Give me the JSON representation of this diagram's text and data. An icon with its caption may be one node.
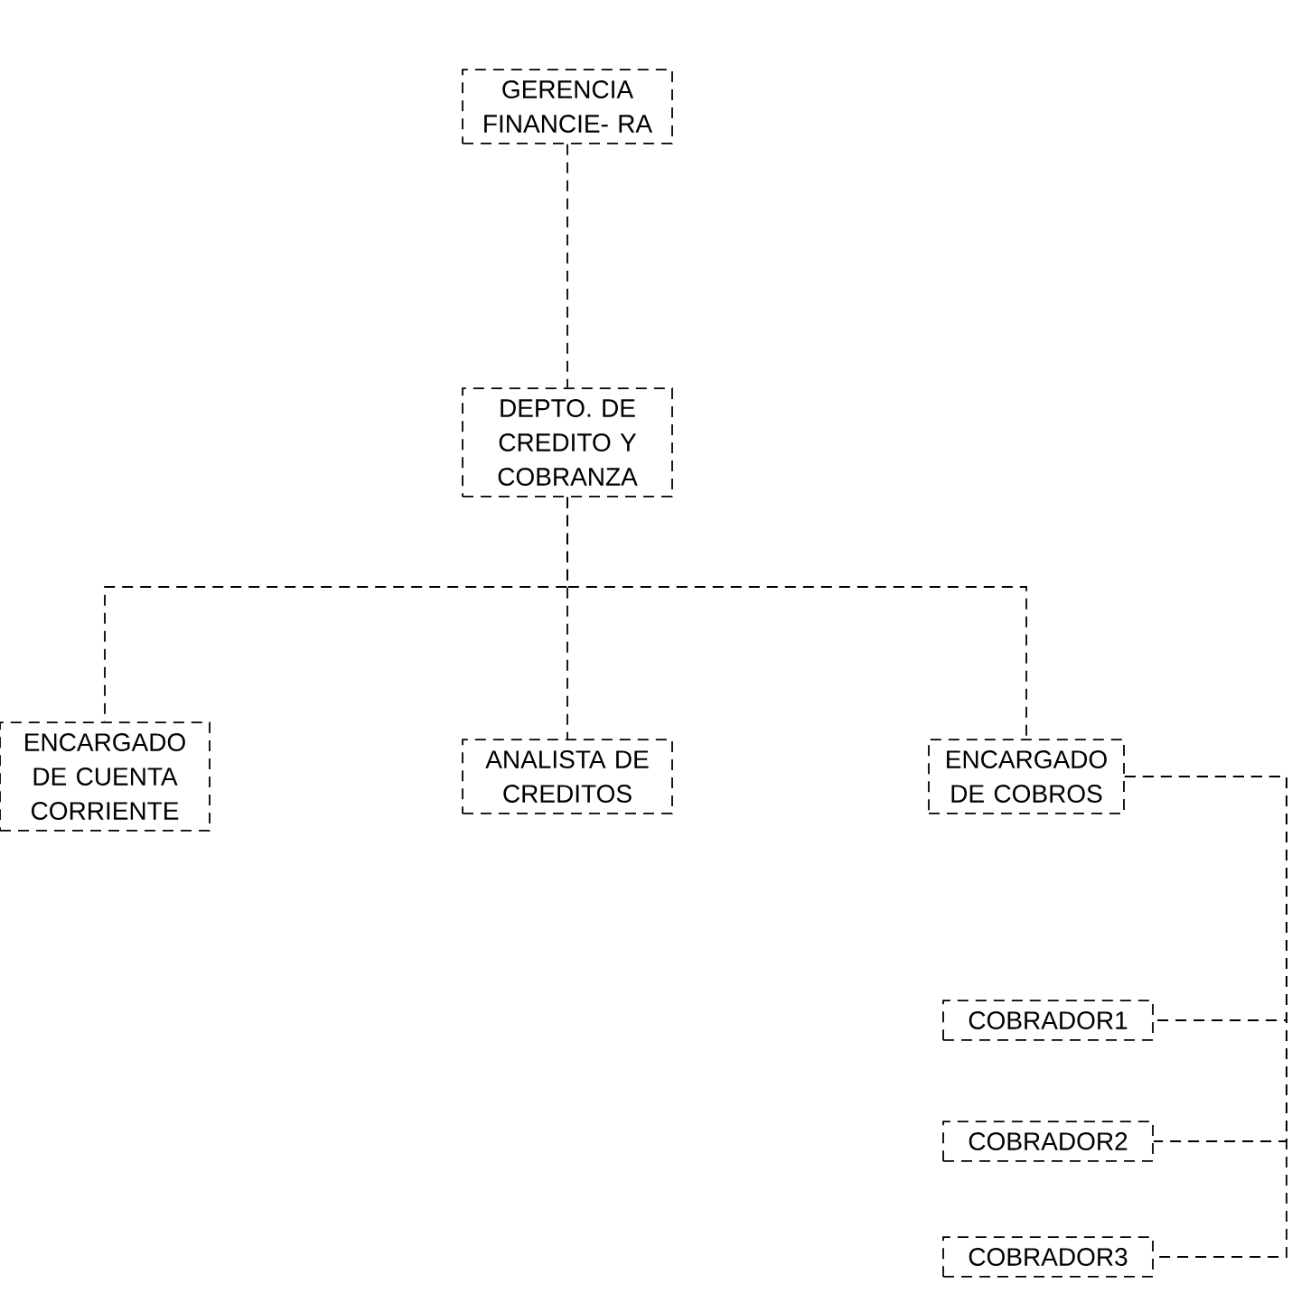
{
  "diagram": {
    "nodes": [
      {
        "text": [
          "GERENCIA FINANCIE- RA"
        ]
      },
      {
        "text": [
          "DEPTO. DE CREDITO Y COBRANZA"
        ]
      },
      {
        "text": [
          "ENCARGADO DE CUENTA CORRIENTE"
        ]
      },
      {
        "text": [
          "ANALISTA DE CREDITOS"
        ]
      },
      {
        "text": [
          "ENCARGADO DE COBROS"
        ]
      },
      {
        "text": [
          "COBRADOR1"
        ]
      },
      {
        "text": [
          "COBRADOR2"
        ]
      },
      {
        "text": [
          "COBRADOR3"
        ]
      }
    ],
    "edges": [
      {
        "from": 0,
        "to": 1,
        "arrow": "none",
        "style": "dashed"
      },
      {
        "from": 1,
        "to": 2,
        "arrow": "none",
        "style": "dashed"
      },
      {
        "from": 1,
        "to": 3,
        "arrow": "none",
        "style": "dashed"
      },
      {
        "from": 1,
        "to": 4,
        "arrow": "none",
        "style": "dashed"
      },
      {
        "from": 4,
        "to": 5,
        "arrow": "none",
        "style": "dashed"
      },
      {
        "from": 4,
        "to": 6,
        "arrow": "none",
        "style": "dashed"
      },
      {
        "from": 4,
        "to": 7,
        "arrow": "none",
        "style": "dashed"
      }
    ]
  }
}
